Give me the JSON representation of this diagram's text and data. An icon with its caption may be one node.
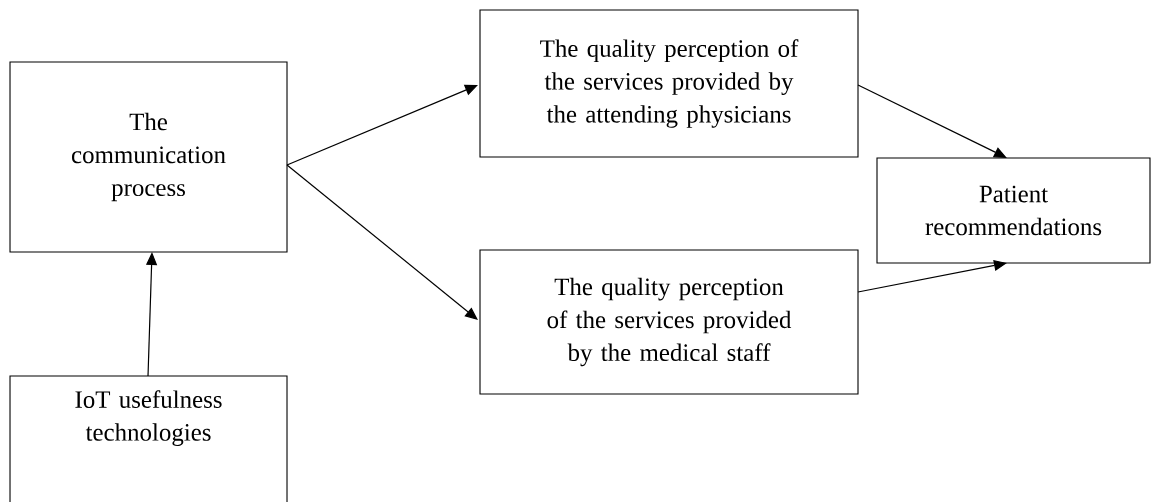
{
  "diagram": {
    "nodes": [
      {
        "text": [
          "The communication process"
        ]
      },
      {
        "text": [
          "The quality perception of the services provided by the attending physicians"
        ]
      },
      {
        "text": [
          "The quality perception of the services provided by the medical staff"
        ]
      },
      {
        "text": [
          "Patient recommendations"
        ]
      },
      {
        "text": [
          "IoT usefulness technologies"
        ]
      }
    ],
    "edges": [
      {
        "from": 4,
        "to": 0,
        "arrow": "to"
      },
      {
        "from": 0,
        "to": 1,
        "arrow": "to"
      },
      {
        "from": 0,
        "to": 2,
        "arrow": "to"
      },
      {
        "from": 1,
        "to": 3,
        "arrow": "to"
      },
      {
        "from": 2,
        "to": 3,
        "arrow": "to"
      }
    ]
  }
}
